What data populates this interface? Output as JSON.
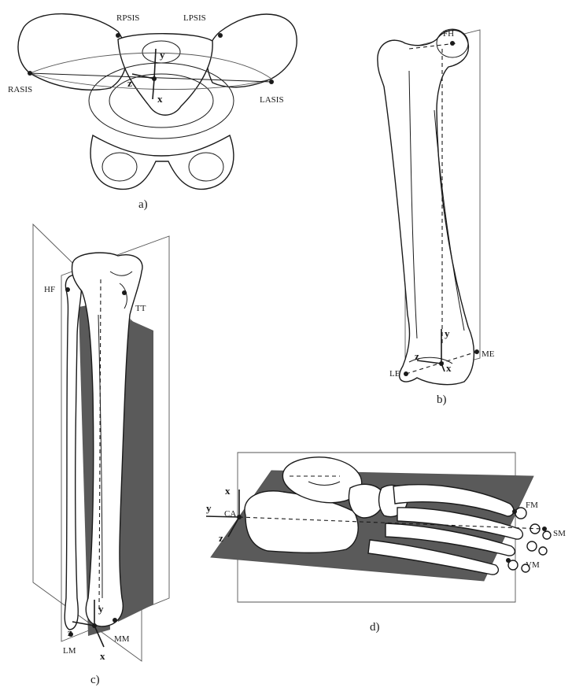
{
  "panels": {
    "a": {
      "caption": "a)",
      "landmarks": {
        "rpsis": "RPSIS",
        "lpsis": "LPSIS",
        "rasis": "RASIS",
        "lasis": "LASIS"
      },
      "axes": {
        "x": "x",
        "y": "y",
        "z": "z"
      }
    },
    "b": {
      "caption": "b)",
      "landmarks": {
        "fh": "FH",
        "me": "ME",
        "le": "LE"
      },
      "axes": {
        "x": "x",
        "y": "y",
        "z": "z"
      }
    },
    "c": {
      "caption": "c)",
      "landmarks": {
        "hf": "HF",
        "tt": "TT",
        "mm": "MM",
        "lm": "LM"
      },
      "axes": {
        "x": "x",
        "y": "y",
        "z": "z"
      }
    },
    "d": {
      "caption": "d)",
      "landmarks": {
        "ca": "CA",
        "fm": "FM",
        "sm": "SM",
        "vm": "VM"
      },
      "axes": {
        "x": "x",
        "y": "y",
        "z": "z"
      }
    }
  }
}
